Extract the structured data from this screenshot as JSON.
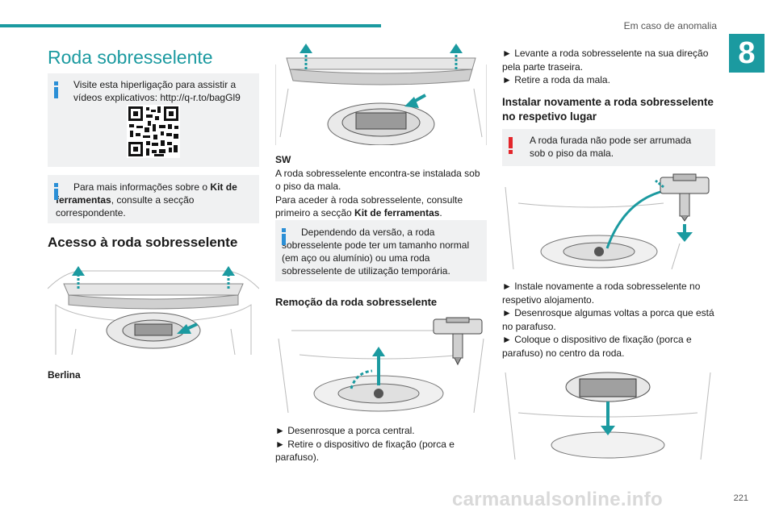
{
  "header": {
    "section": "Em caso de anomalia",
    "chapter_number": "8"
  },
  "title": "Roda sobresselente",
  "video_box": {
    "text": "Visite esta hiperligação para assistir a vídeos explicativos: http://q-r.to/bagGl9"
  },
  "tools_box": {
    "pre": "Para mais informações sobre o ",
    "bold": "Kit de ferramentas",
    "post": ", consulte a secção correspondente."
  },
  "access_heading": "Acesso à roda sobresselente",
  "berlina_label": "Berlina",
  "sw": {
    "label": "SW",
    "line1": "A roda sobresselente encontra-se instalada sob o piso da mala.",
    "line2_pre": "Para aceder à roda sobresselente, consulte primeiro a secção ",
    "line2_bold": "Kit de ferramentas",
    "line2_post": "."
  },
  "version_box": {
    "text": "Dependendo da versão, a roda sobresselente pode ter um tamanho normal (em aço ou alumínio) ou uma roda sobresselente de utilização temporária."
  },
  "removal_heading": "Remoção da roda sobresselente",
  "removal_steps": [
    "► Desenrosque a porca central.",
    "► Retire o dispositivo de fixação (porca e parafuso)."
  ],
  "lift_steps": [
    "► Levante a roda sobresselente na sua direção pela parte traseira.",
    "► Retire a roda da mala."
  ],
  "install_heading": "Instalar novamente a roda sobresselente no respetivo lugar",
  "warning_box": {
    "text": "A roda furada não pode ser arrumada sob o piso da mala."
  },
  "install_steps": [
    "► Instale novamente a roda sobresselente no respetivo alojamento.",
    "► Desenrosque algumas voltas a porca que está no parafuso.",
    "► Coloque o dispositivo de fixação (porca e parafuso) no centro da roda."
  ],
  "page_number": "221",
  "watermark": "carmanualsonline.info",
  "colors": {
    "accent": "#1b9aa0",
    "info_icon": "#2b8fd6",
    "warn_icon": "#e3262b",
    "box_bg": "#f0f1f2"
  }
}
